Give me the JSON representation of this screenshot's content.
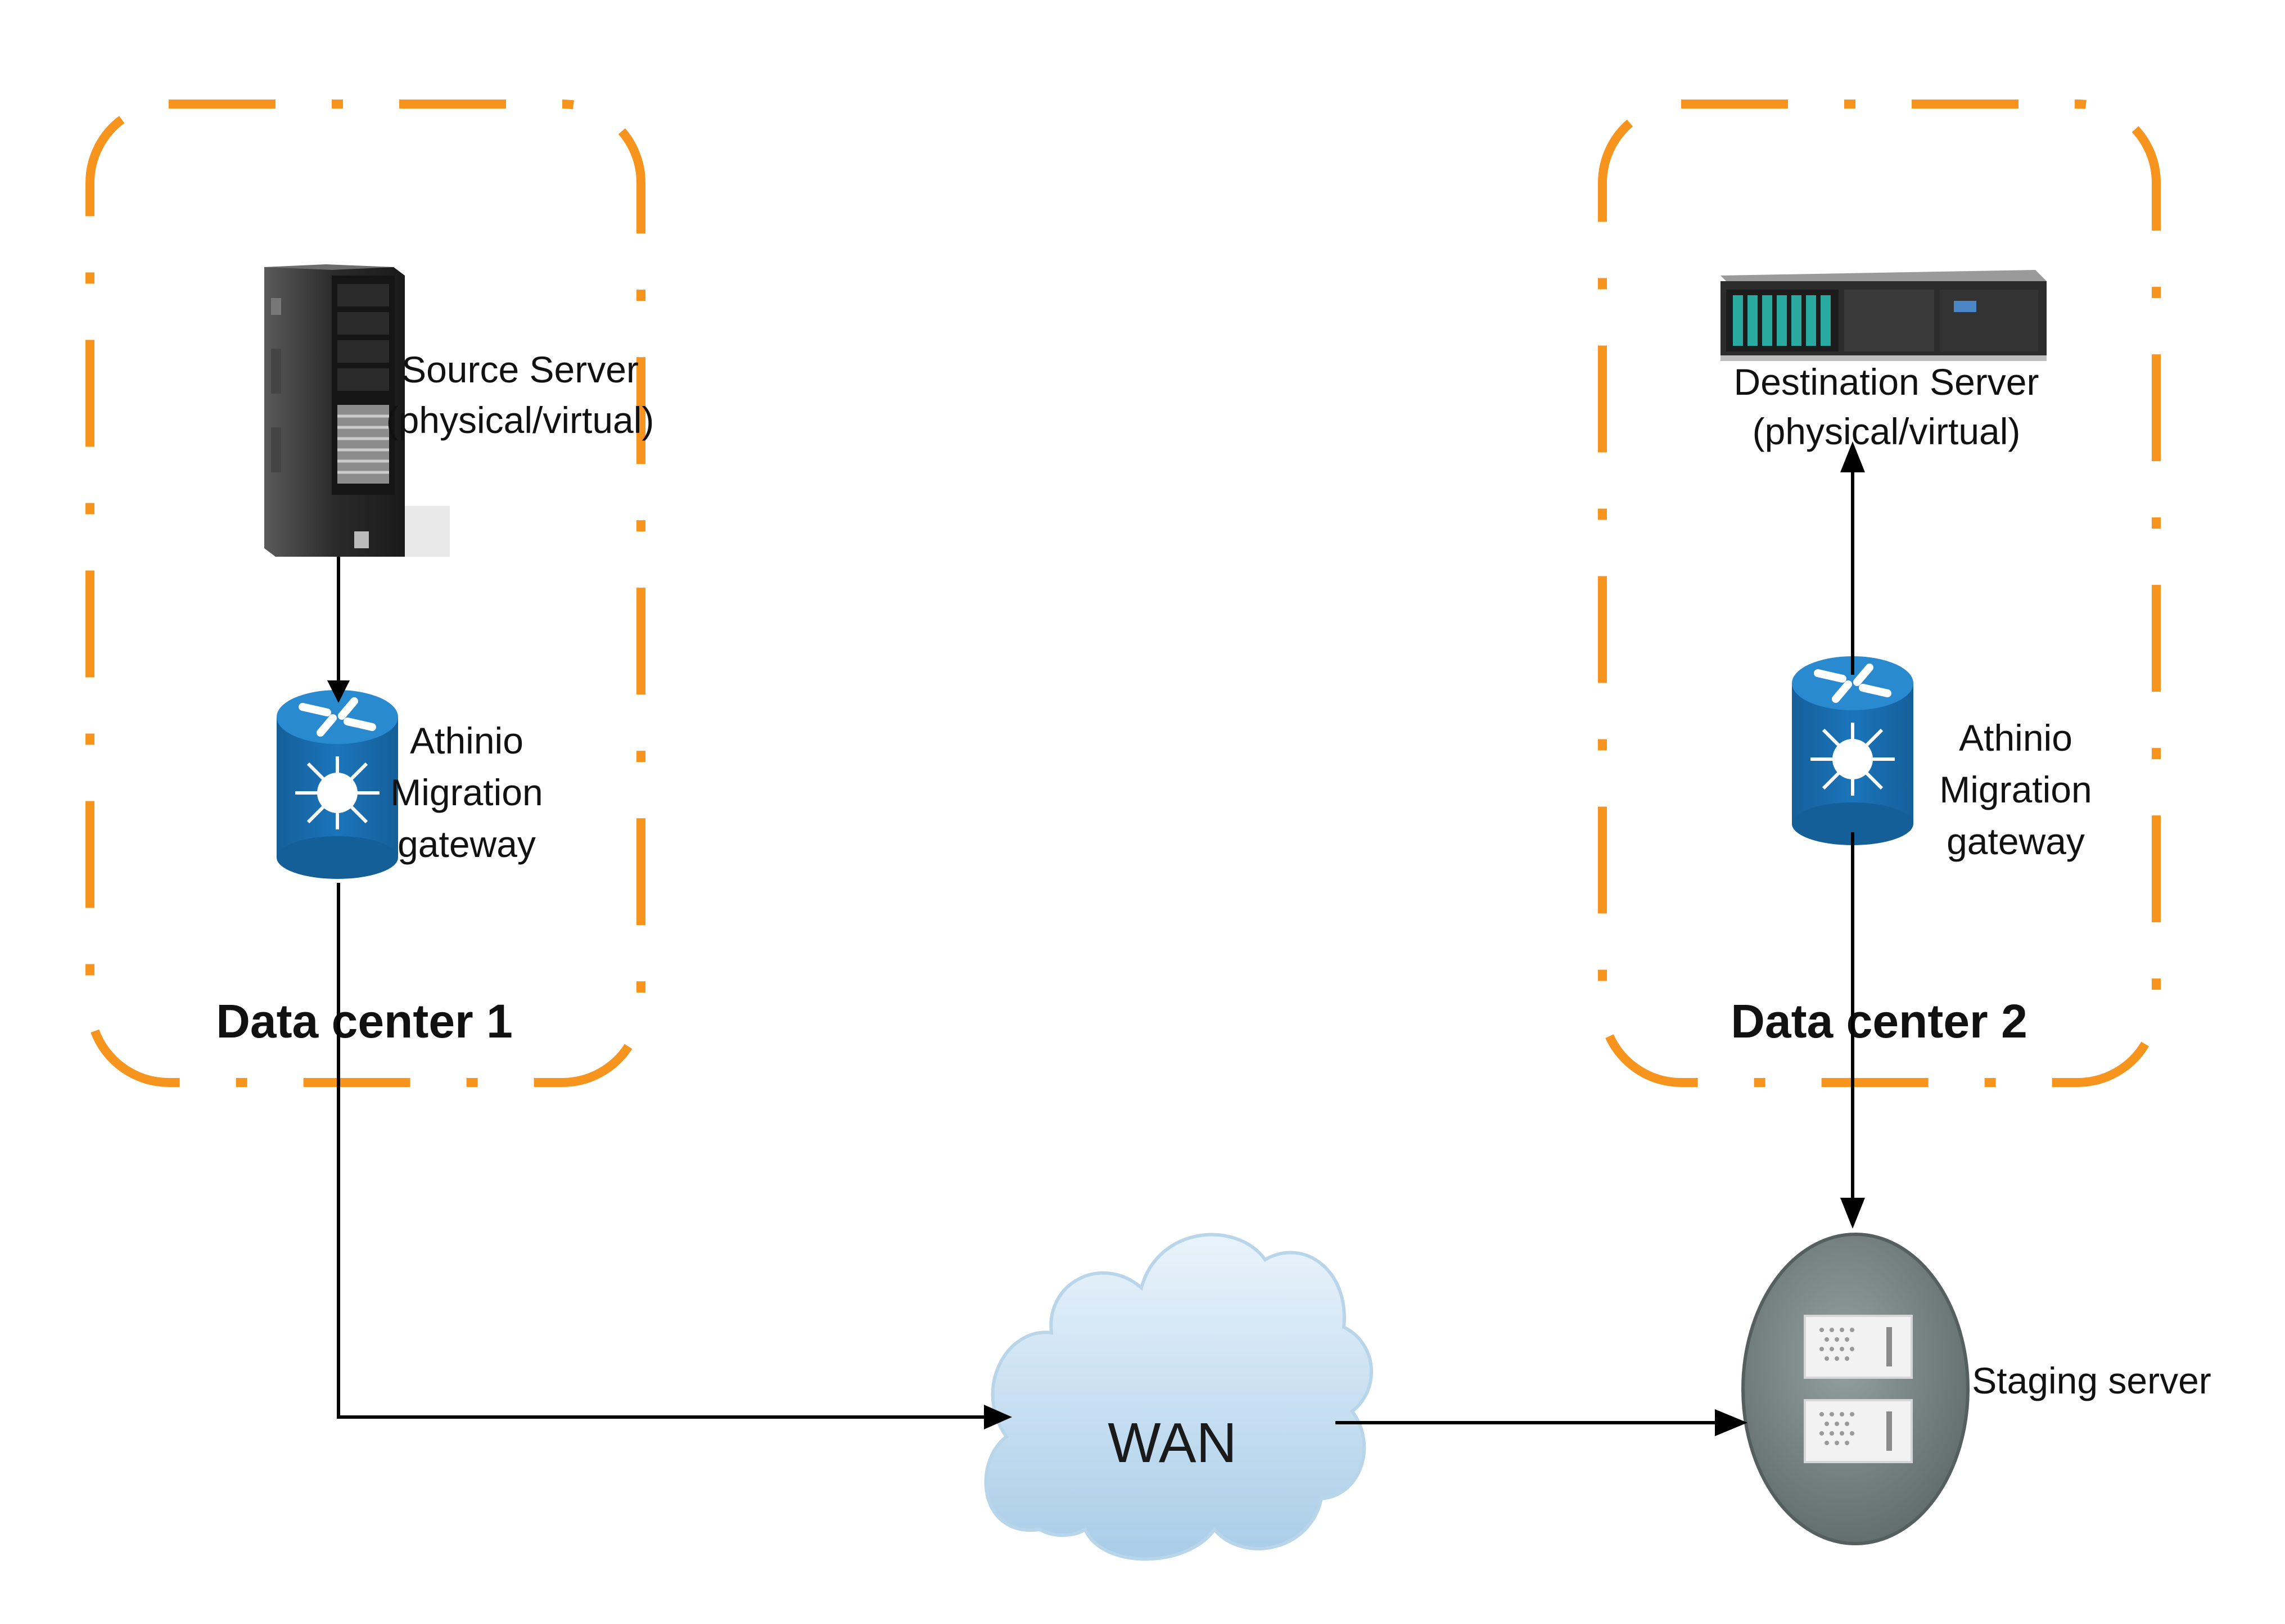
{
  "colors": {
    "datacenter_border": "#f7941d",
    "gateway_blue": "#1b75bb",
    "link_line": "#000000",
    "cloud_fill": "#cfe3f2",
    "staging_disc": "#7a8785"
  },
  "icons": {
    "source_server": "tower-server-icon",
    "destination_server": "rack-server-icon",
    "gateway": "router-icon",
    "wan": "cloud-icon",
    "staging_server": "storage-server-icon"
  },
  "datacenters": [
    {
      "label": "Data center 1",
      "server": {
        "line1": "Source Server",
        "line2": "(physical/virtual)"
      },
      "gateway": {
        "line1": "Athinio",
        "line2": "Migration",
        "line3": "gateway"
      }
    },
    {
      "label": "Data center 2",
      "server": {
        "line1": "Destination Server",
        "line2": "(physical/virtual)"
      },
      "gateway": {
        "line1": "Athinio",
        "line2": "Migration",
        "line3": "gateway"
      }
    }
  ],
  "wan": {
    "label": "WAN"
  },
  "staging": {
    "label": "Staging server"
  }
}
